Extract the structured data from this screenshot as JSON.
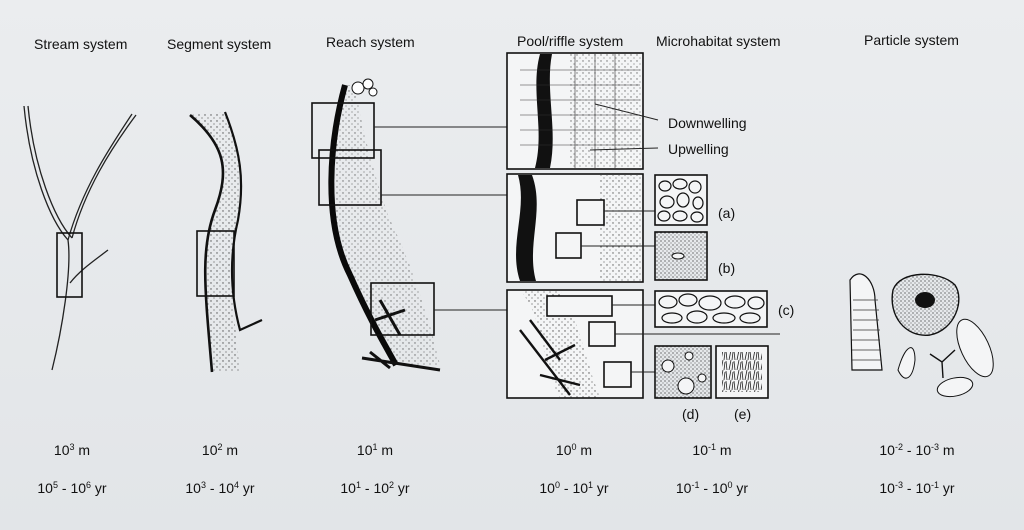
{
  "systems": [
    {
      "title": "Stream system",
      "space": {
        "b": "10",
        "e": "3",
        "u": "m"
      },
      "time": [
        {
          "b": "10",
          "e": "5"
        },
        {
          "b": "10",
          "e": "6"
        }
      ]
    },
    {
      "title": "Segment system",
      "space": {
        "b": "10",
        "e": "2",
        "u": "m"
      },
      "time": [
        {
          "b": "10",
          "e": "3"
        },
        {
          "b": "10",
          "e": "4"
        }
      ]
    },
    {
      "title": "Reach system",
      "space": {
        "b": "10",
        "e": "1",
        "u": "m"
      },
      "time": [
        {
          "b": "10",
          "e": "1"
        },
        {
          "b": "10",
          "e": "2"
        }
      ]
    },
    {
      "title": "Pool/riffle system",
      "space": {
        "b": "10",
        "e": "0",
        "u": "m"
      },
      "time": [
        {
          "b": "10",
          "e": "0"
        },
        {
          "b": "10",
          "e": "1"
        }
      ]
    },
    {
      "title": "Microhabitat system",
      "space": {
        "b": "10",
        "e": "-1",
        "u": "m"
      },
      "time": [
        {
          "b": "10",
          "e": "-1"
        },
        {
          "b": "10",
          "e": "0"
        }
      ]
    },
    {
      "title": "Particle system",
      "space": {
        "b": "10",
        "e": "-2",
        "u": "m",
        "b2": "10",
        "e2": "-3"
      },
      "time": [
        {
          "b": "10",
          "e": "-3"
        },
        {
          "b": "10",
          "e": "-1"
        }
      ]
    }
  ],
  "time_unit": "yr",
  "annotations": {
    "downwelling": "Downwelling",
    "upwelling": "Upwelling"
  },
  "panel_letters": {
    "a": "(a)",
    "b": "(b)",
    "c": "(c)",
    "d": "(d)",
    "e": "(e)"
  }
}
